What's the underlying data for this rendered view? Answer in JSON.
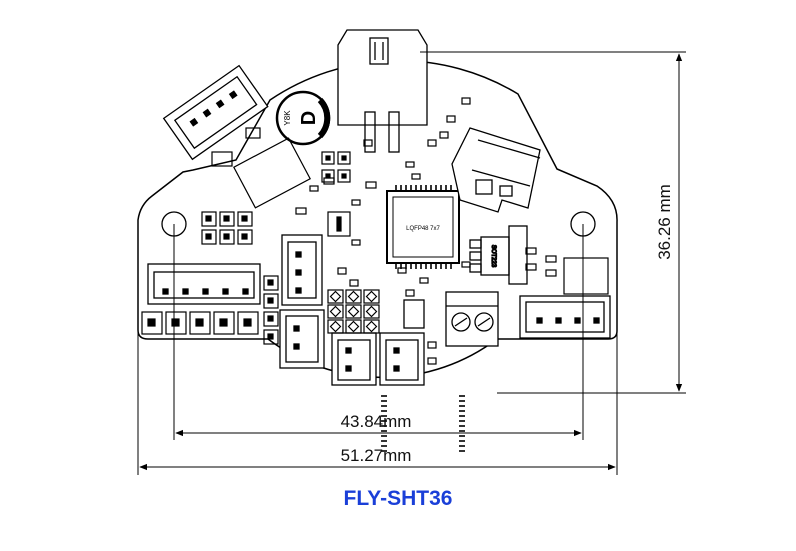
{
  "diagram": {
    "title": "FLY-SHT36",
    "dimensions": {
      "height": "36.26 mm",
      "hole_spacing": "43.84mm",
      "width": "51.27mm"
    },
    "chip_labels": {
      "mcu": "LQFP48 7x7",
      "regulator": "SOT223",
      "cap": "D",
      "cap_code": "Y8K"
    },
    "colors": {
      "outline": "#000000",
      "title": "#1a3fd8",
      "background": "#ffffff"
    }
  }
}
